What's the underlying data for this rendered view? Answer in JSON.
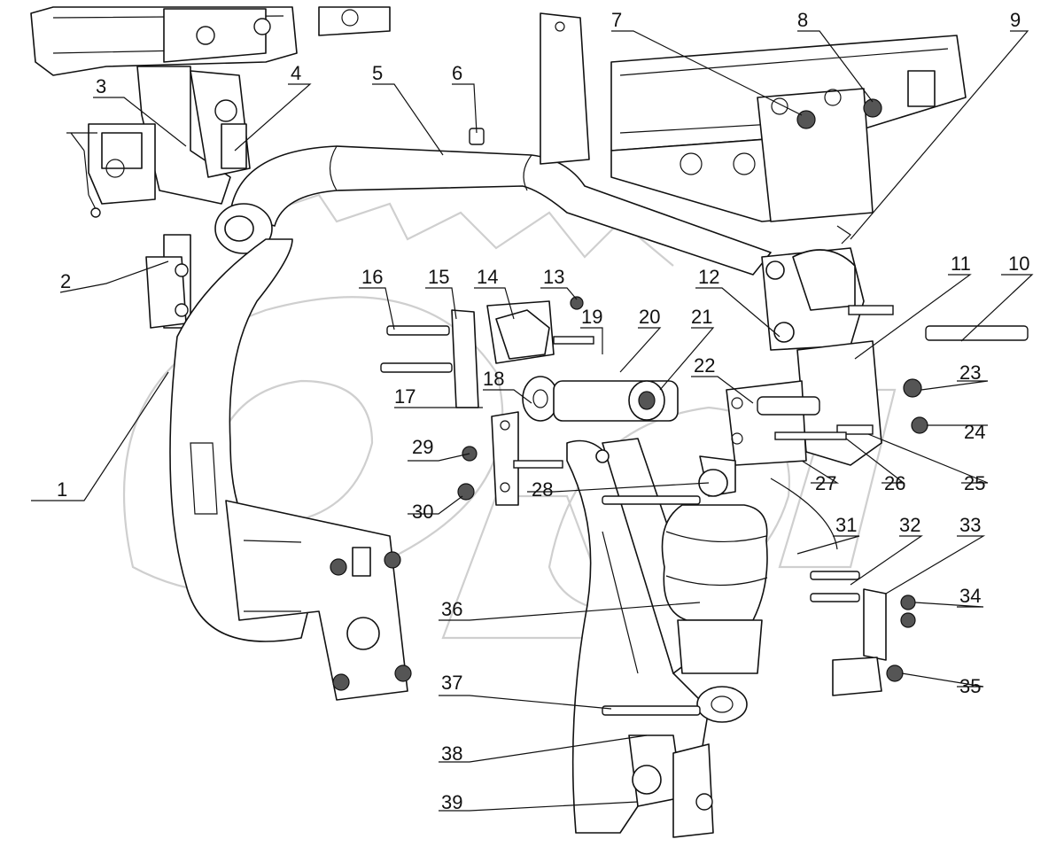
{
  "diagram": {
    "callouts": [
      {
        "id": "1",
        "text": "1"
      },
      {
        "id": "2",
        "text": "2"
      },
      {
        "id": "3",
        "text": "3"
      },
      {
        "id": "4",
        "text": "4"
      },
      {
        "id": "5",
        "text": "5"
      },
      {
        "id": "6",
        "text": "6"
      },
      {
        "id": "7",
        "text": "7"
      },
      {
        "id": "8",
        "text": "8"
      },
      {
        "id": "9",
        "text": "9"
      },
      {
        "id": "10",
        "text": "10"
      },
      {
        "id": "11",
        "text": "11"
      },
      {
        "id": "12",
        "text": "12"
      },
      {
        "id": "13",
        "text": "13"
      },
      {
        "id": "14",
        "text": "14"
      },
      {
        "id": "15",
        "text": "15"
      },
      {
        "id": "16",
        "text": "16"
      },
      {
        "id": "17",
        "text": "17"
      },
      {
        "id": "18",
        "text": "18"
      },
      {
        "id": "19",
        "text": "19"
      },
      {
        "id": "20",
        "text": "20"
      },
      {
        "id": "21",
        "text": "21"
      },
      {
        "id": "22",
        "text": "22"
      },
      {
        "id": "23",
        "text": "23"
      },
      {
        "id": "24",
        "text": "24"
      },
      {
        "id": "25",
        "text": "25"
      },
      {
        "id": "26",
        "text": "26"
      },
      {
        "id": "27",
        "text": "27"
      },
      {
        "id": "28",
        "text": "28"
      },
      {
        "id": "29",
        "text": "29"
      },
      {
        "id": "30",
        "text": "30"
      },
      {
        "id": "31",
        "text": "31"
      },
      {
        "id": "32",
        "text": "32"
      },
      {
        "id": "33",
        "text": "33"
      },
      {
        "id": "34",
        "text": "34"
      },
      {
        "id": "35",
        "text": "35"
      },
      {
        "id": "36",
        "text": "36"
      },
      {
        "id": "37",
        "text": "37"
      },
      {
        "id": "38",
        "text": "38"
      },
      {
        "id": "39",
        "text": "39"
      }
    ]
  }
}
